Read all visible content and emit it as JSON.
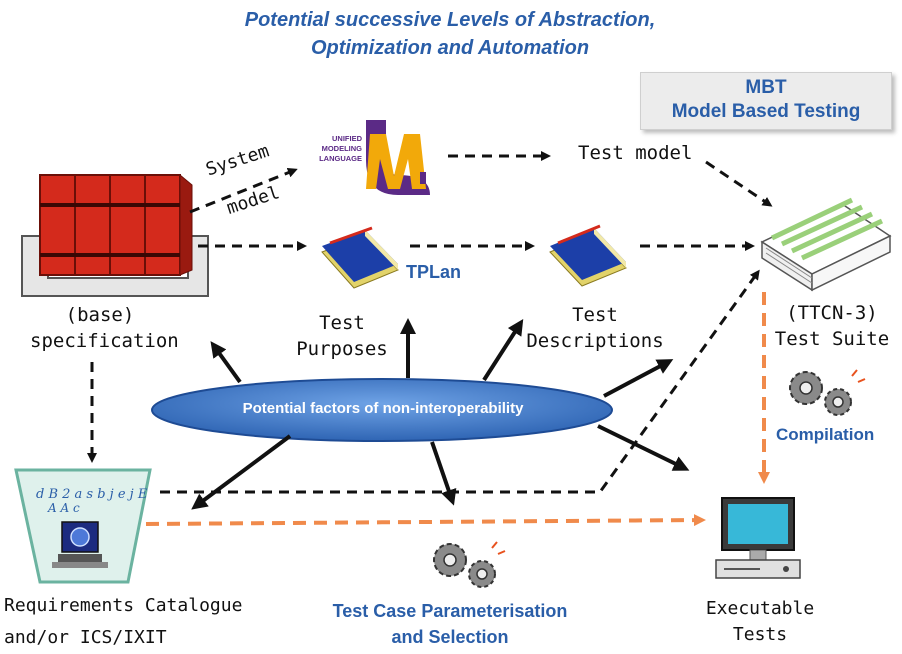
{
  "title": {
    "line1": "Potential successive Levels of Abstraction,",
    "line2": "Optimization and Automation"
  },
  "mbt": {
    "line1": "MBT",
    "line2": "Model Based Testing"
  },
  "labels": {
    "system_model_1": "System",
    "system_model_2": "model",
    "test_model": "Test model",
    "tplan": "TPLan",
    "base_spec_1": "(base)",
    "base_spec_2": "specification",
    "test_purposes_1": "Test",
    "test_purposes_2": "Purposes",
    "test_descriptions_1": "Test",
    "test_descriptions_2": "Descriptions",
    "test_suite_1": "(TTCN-3)",
    "test_suite_2": "Test Suite",
    "compilation": "Compilation",
    "interop_factors": "Potential factors of non-interoperability",
    "req_catalogue_1": "Requirements Catalogue",
    "req_catalogue_2": "and/or ICS/IXIT",
    "parameterisation_1": "Test Case Parameterisation",
    "parameterisation_2": "and Selection",
    "executable_1": "Executable",
    "executable_2": "Tests"
  },
  "uml_logo": {
    "line1": "UNIFIED",
    "line2": "MODELING",
    "line3": "LANGUAGE",
    "letters": "UML"
  },
  "colors": {
    "title_blue": "#2a5ea8",
    "ellipse_blue": "#3c78c8",
    "orange_dash": "#f08a4b",
    "red_binder": "#d42a1c"
  }
}
